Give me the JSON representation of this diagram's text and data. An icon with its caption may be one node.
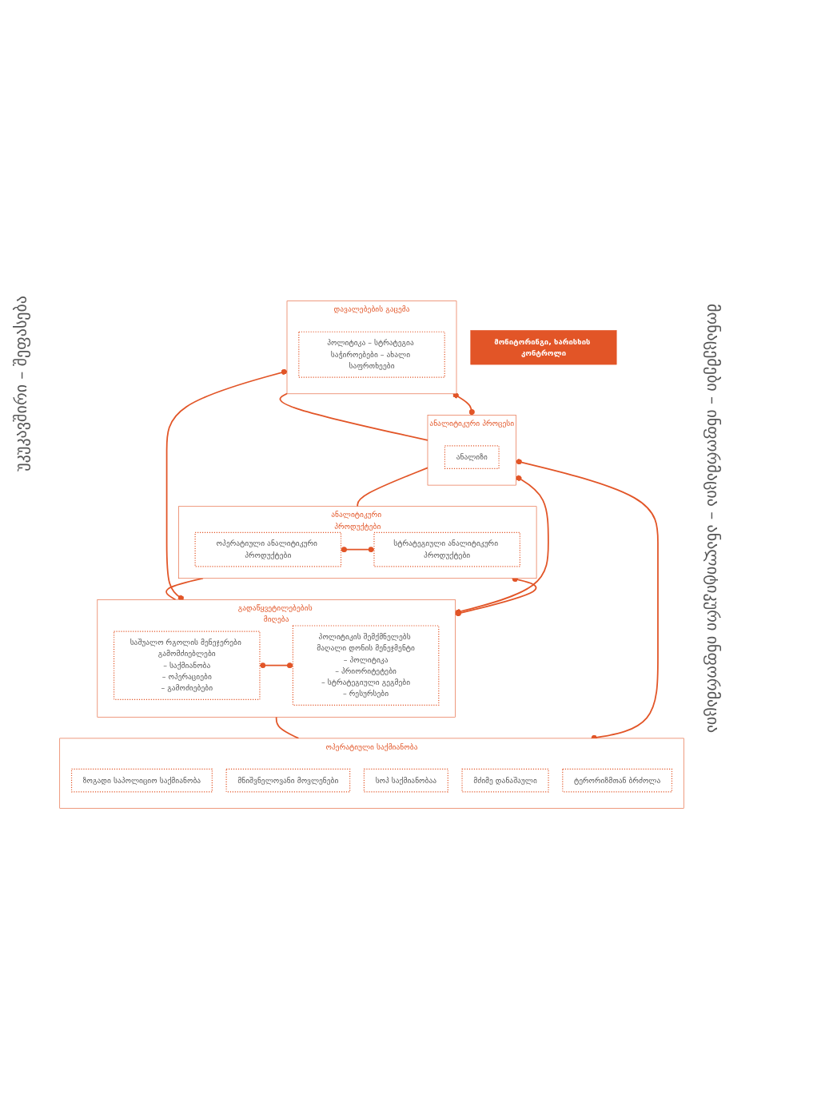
{
  "diagram": {
    "nodes": [
      {
        "text": [
          "დავალებების გაცემა"
        ]
      },
      {
        "text": [
          "პოლიტიკა – სტრატეგია საჭიროებები – ახალი საფრთხეები"
        ],
        "in": 0
      },
      {
        "text": [
          "ანალიტიკური პროცესი"
        ]
      },
      {
        "text": [
          "ანალიზი"
        ],
        "in": 2
      },
      {
        "text": [
          "ანალიტიკური პროდუქტები"
        ]
      },
      {
        "text": [
          "ოპერატიული ანალიტიკური პროდუქტები"
        ],
        "in": 4
      },
      {
        "text": [
          "სტრატეგიული ანალიტიკური პროდუქტები"
        ],
        "in": 4
      },
      {
        "text": [
          "გადაწყვეტილებების მიღება"
        ]
      },
      {
        "text": [
          "საშუალო რგოლის მენეჯერები გამომძიებლები",
          "– საქმიანობა",
          "– ოპერაციები",
          "– გამოძიებები"
        ],
        "in": 7
      },
      {
        "text": [
          "პოლიტიკის შემქმნელებს მაღალი დონის მენეჯმენტი",
          "– პოლიტიკა",
          "– პრიორიტეტები",
          "– სტრატეგიული გეგმები",
          "– რესურსები"
        ],
        "in": 7
      },
      {
        "text": [
          "ოპერატიული საქმიანობა"
        ]
      },
      {
        "text": [
          "ზოგადი საპოლიციო საქმიანობა"
        ],
        "in": 10
      },
      {
        "text": [
          "მნიშვნელოვანი მოვლენები"
        ],
        "in": 10
      },
      {
        "text": [
          "სოპ საქმიანობაა"
        ],
        "in": 10
      },
      {
        "text": [
          "მძიმე დანაშაული"
        ],
        "in": 10
      },
      {
        "text": [
          "ტერორიზმთან ბრძოლა"
        ],
        "in": 10
      },
      {
        "text": [
          "მონიტორინგი, ხარისხის კონტროლი"
        ]
      }
    ],
    "edges": [
      {
        "from": 0,
        "to": 2,
        "arrow": "none"
      },
      {
        "from": 2,
        "to": 4,
        "arrow": "none"
      },
      {
        "from": 5,
        "to": 6,
        "arrow": "other"
      },
      {
        "from": 4,
        "to": 7,
        "arrow": "none"
      },
      {
        "from": 8,
        "to": 9,
        "arrow": "other"
      },
      {
        "from": 7,
        "to": 10,
        "arrow": "none"
      },
      {
        "from": 0,
        "to": 7,
        "arrow": "other"
      },
      {
        "from": 2,
        "to": 7,
        "arrow": "other"
      },
      {
        "from": 4,
        "to": 7,
        "arrow": "other"
      },
      {
        "from": 0,
        "to": 2,
        "arrow": "other"
      },
      {
        "from": 2,
        "to": 10,
        "arrow": "other"
      }
    ],
    "labels": [
      "უკუკავშირი – შეფასება",
      "მონაცემები – ინფორმაცია – ანალიტიკური ინფორმაცია"
    ]
  }
}
